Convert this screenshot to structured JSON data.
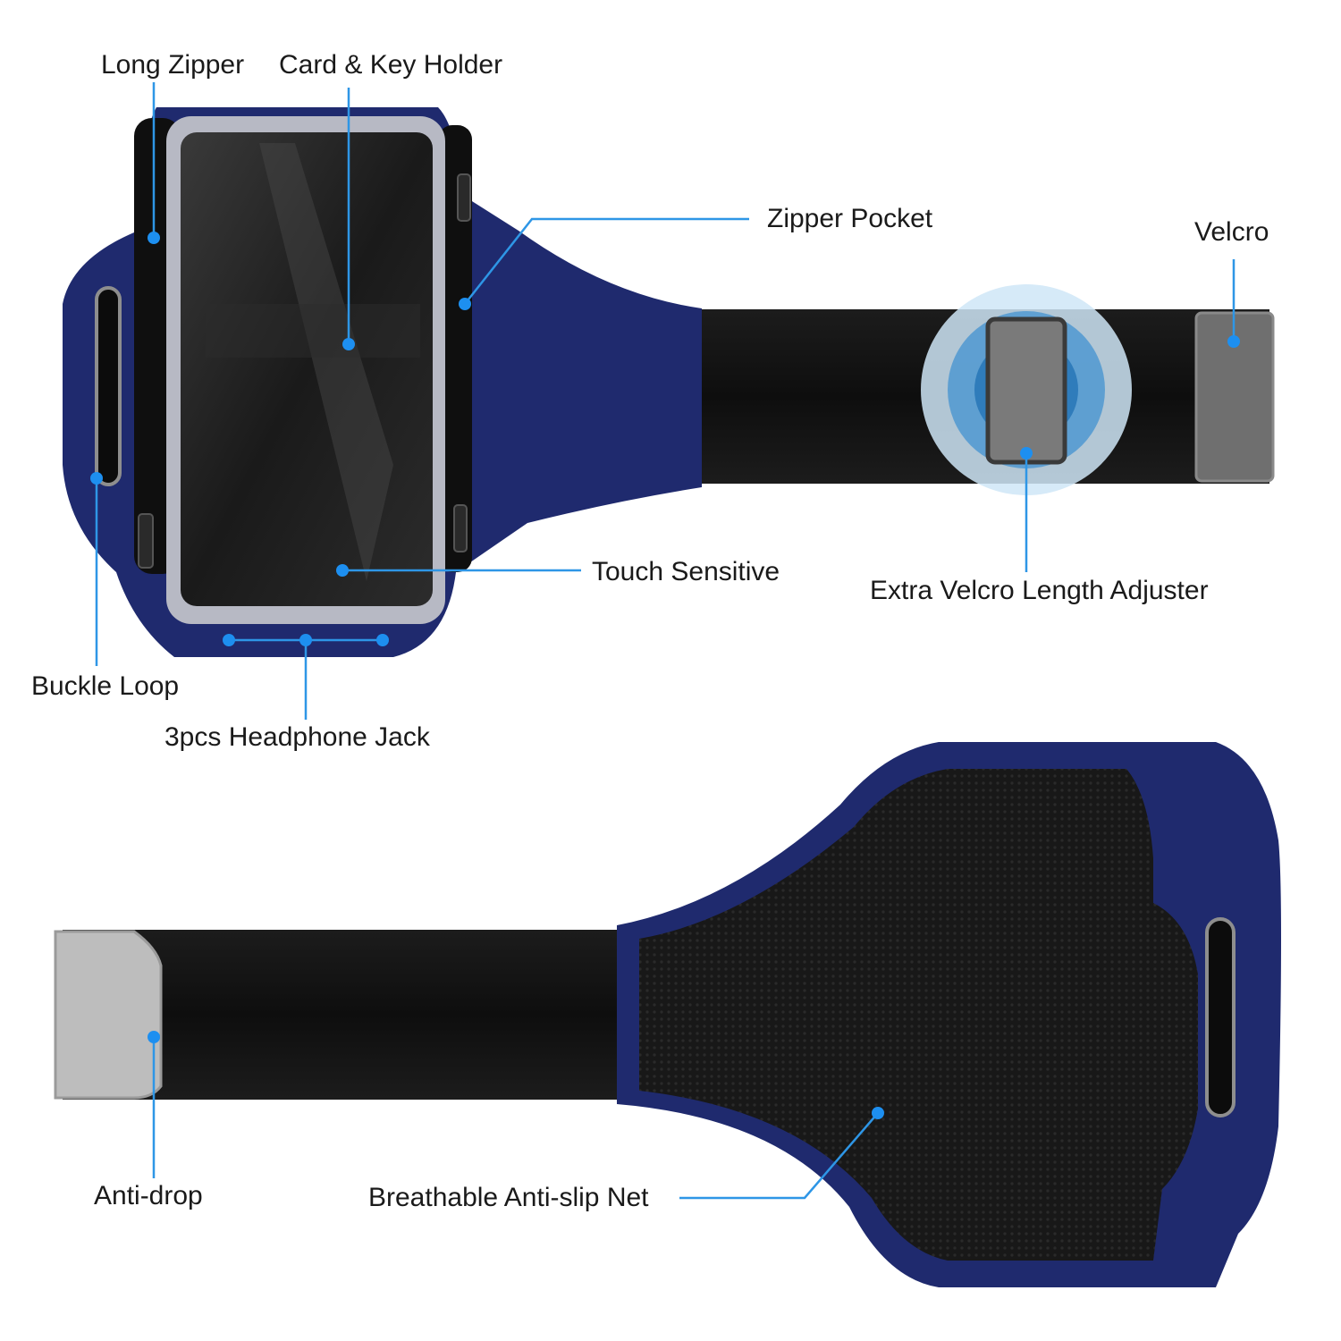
{
  "callouts": {
    "long_zipper": "Long Zipper",
    "card_key_holder": "Card & Key Holder",
    "zipper_pocket": "Zipper Pocket",
    "velcro": "Velcro",
    "touch_sensitive": "Touch Sensitive",
    "extra_velcro": "Extra Velcro Length Adjuster",
    "buckle_loop": "Buckle Loop",
    "headphone_jack": "3pcs Headphone Jack",
    "anti_drop": "Anti-drop",
    "anti_slip_net": "Breathable Anti-slip Net"
  },
  "colors": {
    "navy": "#1f2a6e",
    "strap": "#111111",
    "callout": "#2e96e6",
    "velcro_grey": "#6f6f6f",
    "antidrop_grey": "#bdbdbd"
  }
}
